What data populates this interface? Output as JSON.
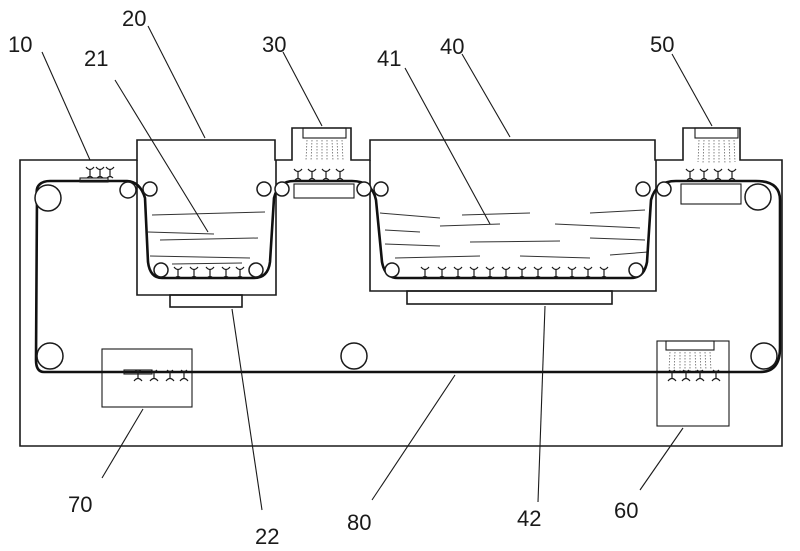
{
  "labels": {
    "l10": "10",
    "l20": "20",
    "l21": "21",
    "l30": "30",
    "l40": "40",
    "l41": "41",
    "l50": "50",
    "l60": "60",
    "l70": "70",
    "l80": "80",
    "l22": "22",
    "l42": "42"
  },
  "colors": {
    "line": "#1a1a1a",
    "background": "#ffffff"
  }
}
